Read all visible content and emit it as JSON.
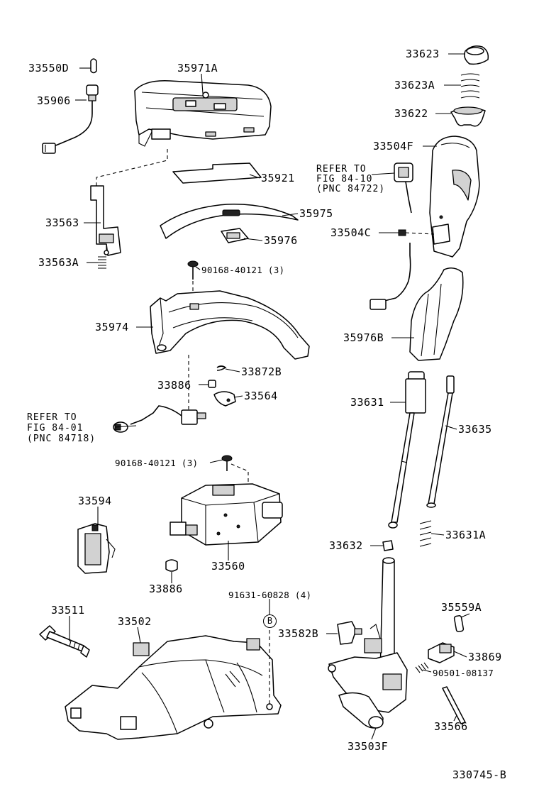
{
  "diagram_id": "330745-B",
  "callouts": [
    {
      "id": "c1",
      "text": "33550D"
    },
    {
      "id": "c2",
      "text": "35906"
    },
    {
      "id": "c3",
      "text": "35971A"
    },
    {
      "id": "c4",
      "text": "35921"
    },
    {
      "id": "c5",
      "text": "35975"
    },
    {
      "id": "c6",
      "text": "35976"
    },
    {
      "id": "c7",
      "text": "33563"
    },
    {
      "id": "c8",
      "text": "33563A"
    },
    {
      "id": "c9",
      "text": "90168-40121 (3)"
    },
    {
      "id": "c10",
      "text": "35974"
    },
    {
      "id": "c11",
      "text": "33872B"
    },
    {
      "id": "c12",
      "text": "33886"
    },
    {
      "id": "c13",
      "text": "33564"
    },
    {
      "id": "c14",
      "text": "90168-40121 (3)"
    },
    {
      "id": "c15",
      "text": "33594"
    },
    {
      "id": "c16",
      "text": "33560"
    },
    {
      "id": "c17",
      "text": "33886"
    },
    {
      "id": "c18",
      "text": "91631-60828 (4)"
    },
    {
      "id": "c19",
      "text": "33511"
    },
    {
      "id": "c20",
      "text": "33502"
    },
    {
      "id": "c21",
      "text": "33623"
    },
    {
      "id": "c22",
      "text": "33623A"
    },
    {
      "id": "c23",
      "text": "33622"
    },
    {
      "id": "c24",
      "text": "33504F"
    },
    {
      "id": "c25",
      "text": "33504C"
    },
    {
      "id": "c26",
      "text": "35976B"
    },
    {
      "id": "c27",
      "text": "33631"
    },
    {
      "id": "c28",
      "text": "33635"
    },
    {
      "id": "c29",
      "text": "33632"
    },
    {
      "id": "c30",
      "text": "33631A"
    },
    {
      "id": "c31",
      "text": "35559A"
    },
    {
      "id": "c32",
      "text": "33582B"
    },
    {
      "id": "c33",
      "text": "33869"
    },
    {
      "id": "c34",
      "text": "90501-08137"
    },
    {
      "id": "c35",
      "text": "33566"
    },
    {
      "id": "c36",
      "text": "33503F"
    }
  ],
  "references": [
    {
      "id": "r1",
      "line1": "REFER TO",
      "line2": "FIG 84-10",
      "line3": "(PNC 84722)"
    },
    {
      "id": "r2",
      "line1": "REFER TO",
      "line2": "FIG 84-01",
      "line3": "(PNC 84718)"
    }
  ],
  "circle_marker": "B"
}
